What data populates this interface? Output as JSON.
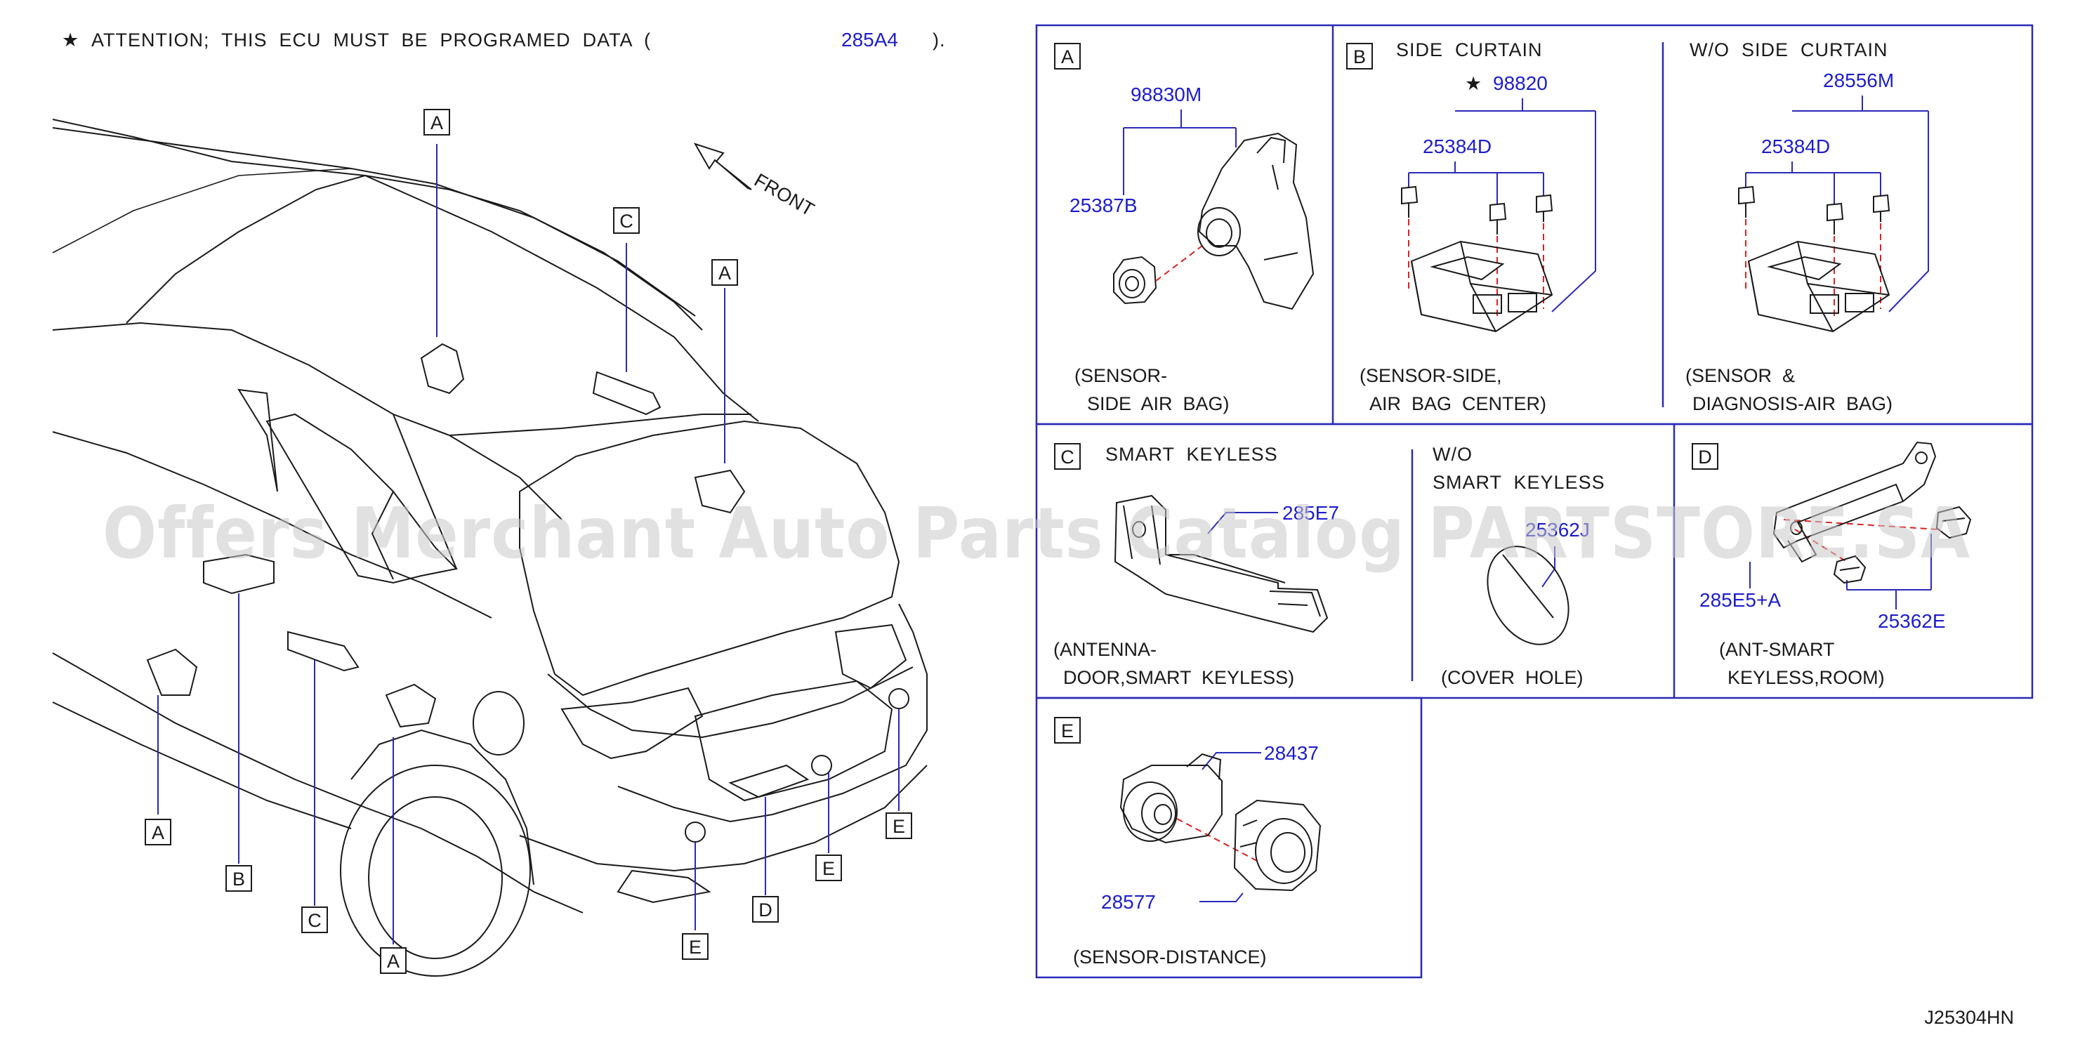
{
  "header": {
    "star": "★",
    "attention": "ATTENTION;  THIS  ECU  MUST  BE  PROGRAMED  DATA  (",
    "part": "285A4",
    "close": ")."
  },
  "front_label": "FRONT",
  "car_callouts": {
    "a": "A",
    "b": "B",
    "c": "C",
    "d": "D",
    "e": "E"
  },
  "panel_a": {
    "tag": "A",
    "parts": {
      "main": "98830M",
      "nut": "25387B"
    },
    "caption_1": "(SENSOR-",
    "caption_2": "SIDE  AIR  BAG)"
  },
  "panel_b": {
    "tag": "B",
    "title_left": "SIDE  CURTAIN",
    "title_right": "W/O  SIDE  CURTAIN",
    "star": "★",
    "parts": {
      "unit_left": "98820",
      "bolt_left": "25384D",
      "unit_right": "28556M",
      "bolt_right": "25384D"
    },
    "caption_left_1": "(SENSOR-SIDE,",
    "caption_left_2": "AIR  BAG  CENTER)",
    "caption_right_1": "(SENSOR  &",
    "caption_right_2": "DIAGNOSIS-AIR  BAG)"
  },
  "panel_c": {
    "tag": "C",
    "title_left": "SMART  KEYLESS",
    "title_right_1": "W/O",
    "title_right_2": "SMART  KEYLESS",
    "parts": {
      "antenna": "285E7",
      "cover": "25362J"
    },
    "caption_left_1": "(ANTENNA-",
    "caption_left_2": "DOOR,SMART  KEYLESS)",
    "caption_right": "(COVER  HOLE)"
  },
  "panel_d": {
    "tag": "D",
    "parts": {
      "antenna": "285E5+A",
      "clip": "25362E"
    },
    "caption_1": "(ANT-SMART",
    "caption_2": "KEYLESS,ROOM)"
  },
  "panel_e": {
    "tag": "E",
    "parts": {
      "sensor": "28437",
      "holder": "28577"
    },
    "caption": "(SENSOR-DISTANCE)"
  },
  "diagram_code": "J25304HN",
  "watermark": "Offers Merchant Auto Parts Catalog PARTSTORE.SA",
  "colors": {
    "part_number": "#1d1dcc",
    "frame": "#2a2ab8",
    "centerline": "#e02020",
    "watermark": "#c8c8c8"
  }
}
